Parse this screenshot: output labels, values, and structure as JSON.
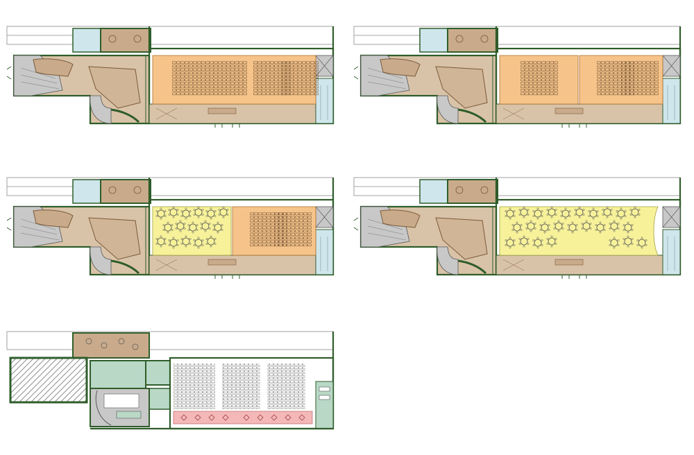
{
  "sheet": {
    "description_layout_count": 5
  },
  "palette": {
    "wall": "#2f5d2a",
    "lobby": "#d9c3a8",
    "lobby_dark": "#c9ab8c",
    "stair": "#c8c8c8",
    "theatre": "#f6c48a",
    "banquet": "#f7f29a",
    "service": "#cfe6ec",
    "basement_green": "#b9d8c6",
    "basement_red": "#f4b8b8",
    "hatch": "#9a9a9a"
  },
  "plans": [
    {
      "id": "plan-top-left",
      "layout": "theatre-full"
    },
    {
      "id": "plan-top-right",
      "layout": "theatre-split"
    },
    {
      "id": "plan-middle-left",
      "layout": "banquet-theatre"
    },
    {
      "id": "plan-middle-right",
      "layout": "banquet-full"
    },
    {
      "id": "plan-bottom-left",
      "layout": "basement"
    }
  ]
}
